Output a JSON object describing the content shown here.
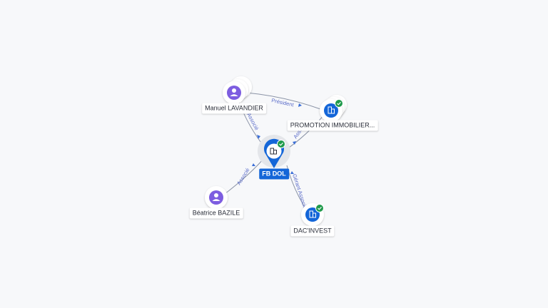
{
  "colors": {
    "person": "#7d5de0",
    "company": "#1466d8",
    "verified": "#1f9a4b",
    "edge": "#8a93a6",
    "edge_label": "#5b6cc9"
  },
  "nodes": {
    "manuel": {
      "label": "Manuel LAVANDIER",
      "icon": "person-icon"
    },
    "promotion": {
      "label": "PROMOTION IMMOBILIER...",
      "icon": "building-icon",
      "verified": true
    },
    "fbdol": {
      "label": "FB DOL",
      "icon": "building-icon",
      "verified": true
    },
    "beatrice": {
      "label": "Béatrice BAZILE",
      "icon": "person-icon"
    },
    "dacinvest": {
      "label": "DAC'INVEST",
      "icon": "building-icon",
      "verified": true
    }
  },
  "edges": {
    "manuel_promotion": "Président",
    "manuel_fbdol": "Associé",
    "promotion_fbdol": "Associé",
    "beatrice_fbdol": "Associé",
    "dacinvest_fbdol": "Gérant Associé"
  }
}
